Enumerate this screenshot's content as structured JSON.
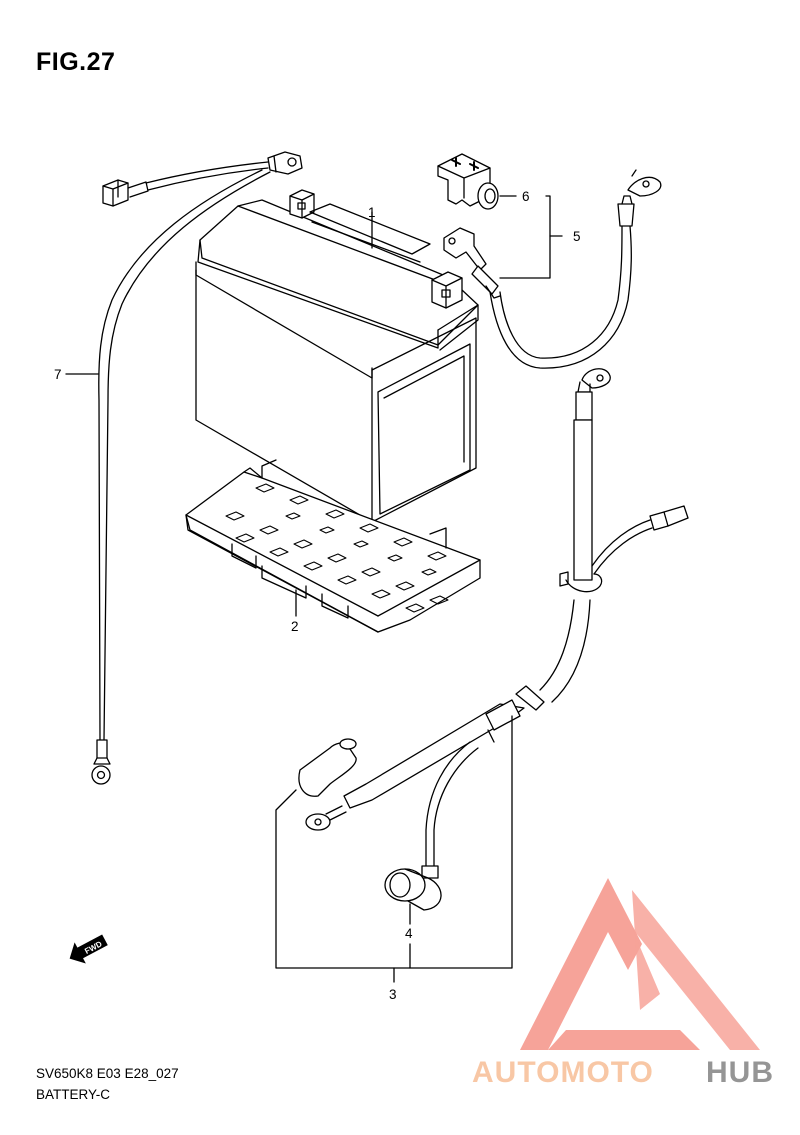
{
  "figure": {
    "title": "FIG.27"
  },
  "footer": {
    "model_code": "SV650K8 E03 E28_027",
    "section_name": "BATTERY-C"
  },
  "callouts": {
    "p1": "1",
    "p2": "2",
    "p3": "3",
    "p4": "4",
    "p5": "5",
    "p6": "6",
    "p7": "7"
  },
  "fwd_label": "FWD",
  "watermark": {
    "text_part1": "AUTOMOTO",
    "text_part2": "HUB",
    "color_primary": "#f26b5b",
    "color_secondary": "#555555"
  }
}
